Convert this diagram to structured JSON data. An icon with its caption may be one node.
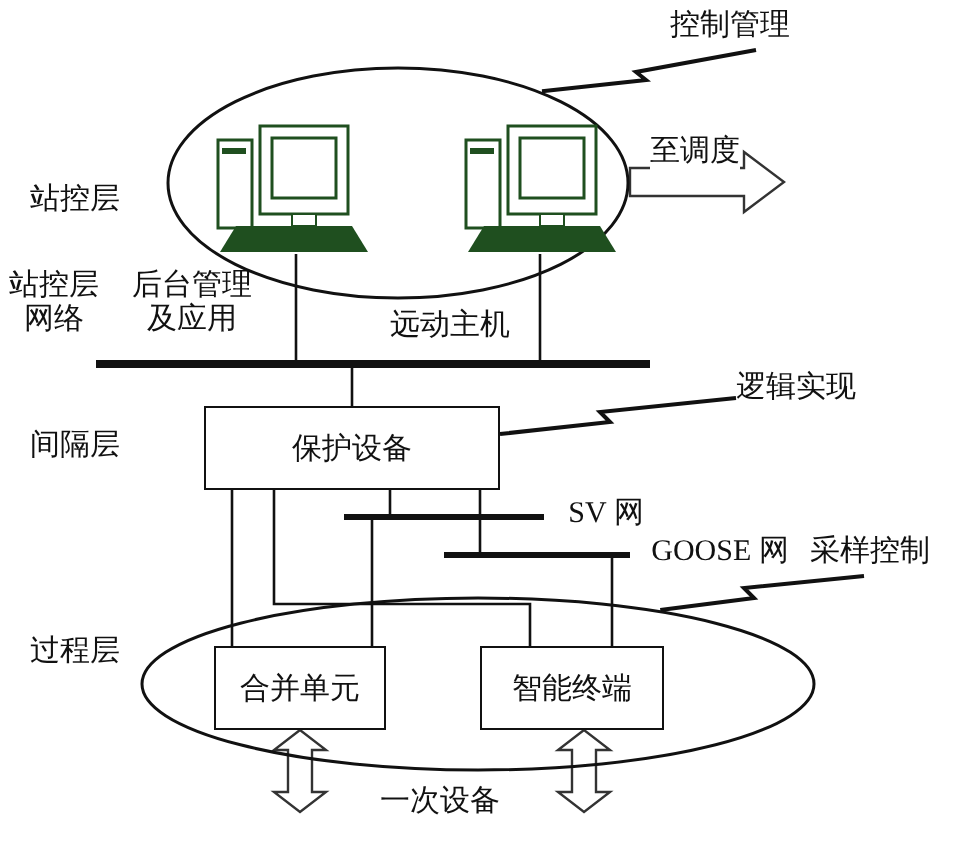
{
  "diagram": {
    "nodes": [
      {
        "text": [],
        "shape": "ellipse"
      },
      {
        "text": [],
        "shape": "computer",
        "in": 0
      },
      {
        "text": [],
        "shape": "computer",
        "in": 0
      },
      {
        "text": [],
        "shape": "bar",
        "beside": [
          "站控层网络"
        ]
      },
      {
        "text": [
          "保护设备"
        ]
      },
      {
        "text": [],
        "shape": "bar",
        "beside": [
          "SV 网"
        ]
      },
      {
        "text": [],
        "shape": "bar",
        "beside": [
          "GOOSE 网"
        ]
      },
      {
        "text": [],
        "shape": "ellipse"
      },
      {
        "text": [
          "合并单元"
        ],
        "in": 7
      },
      {
        "text": [
          "智能终端"
        ],
        "in": 7
      },
      {
        "text": [
          "控制管理"
        ]
      },
      {
        "text": [
          "逻辑实现"
        ]
      },
      {
        "text": [
          "采样控制"
        ]
      }
    ],
    "edges": [
      {
        "from": 1,
        "to": 3,
        "arrow": "none"
      },
      {
        "from": 2,
        "to": 3,
        "arrow": "none"
      },
      {
        "from": 3,
        "to": 4,
        "arrow": "none"
      },
      {
        "from": 4,
        "to": 8,
        "arrow": "none"
      },
      {
        "from": 4,
        "to": 9,
        "arrow": "none"
      },
      {
        "from": 4,
        "to": 5,
        "arrow": "none"
      },
      {
        "from": 4,
        "to": 6,
        "arrow": "none"
      },
      {
        "from": 5,
        "to": 8,
        "arrow": "none"
      },
      {
        "from": 6,
        "to": 9,
        "arrow": "none"
      },
      {
        "from": 10,
        "to": 0,
        "arrow": "none"
      },
      {
        "from": 0,
        "to": null,
        "arrow": "to",
        "label": "至调度"
      },
      {
        "from": 11,
        "to": 4,
        "arrow": "none"
      },
      {
        "from": 12,
        "to": 7,
        "arrow": "none"
      },
      {
        "from": 8,
        "to": null,
        "arrow": "both"
      },
      {
        "from": 9,
        "to": null,
        "arrow": "both"
      }
    ],
    "labels": [
      "站控层",
      "后台管理及应用",
      "远动主机",
      "间隔层",
      "过程层",
      "一次设备"
    ]
  }
}
